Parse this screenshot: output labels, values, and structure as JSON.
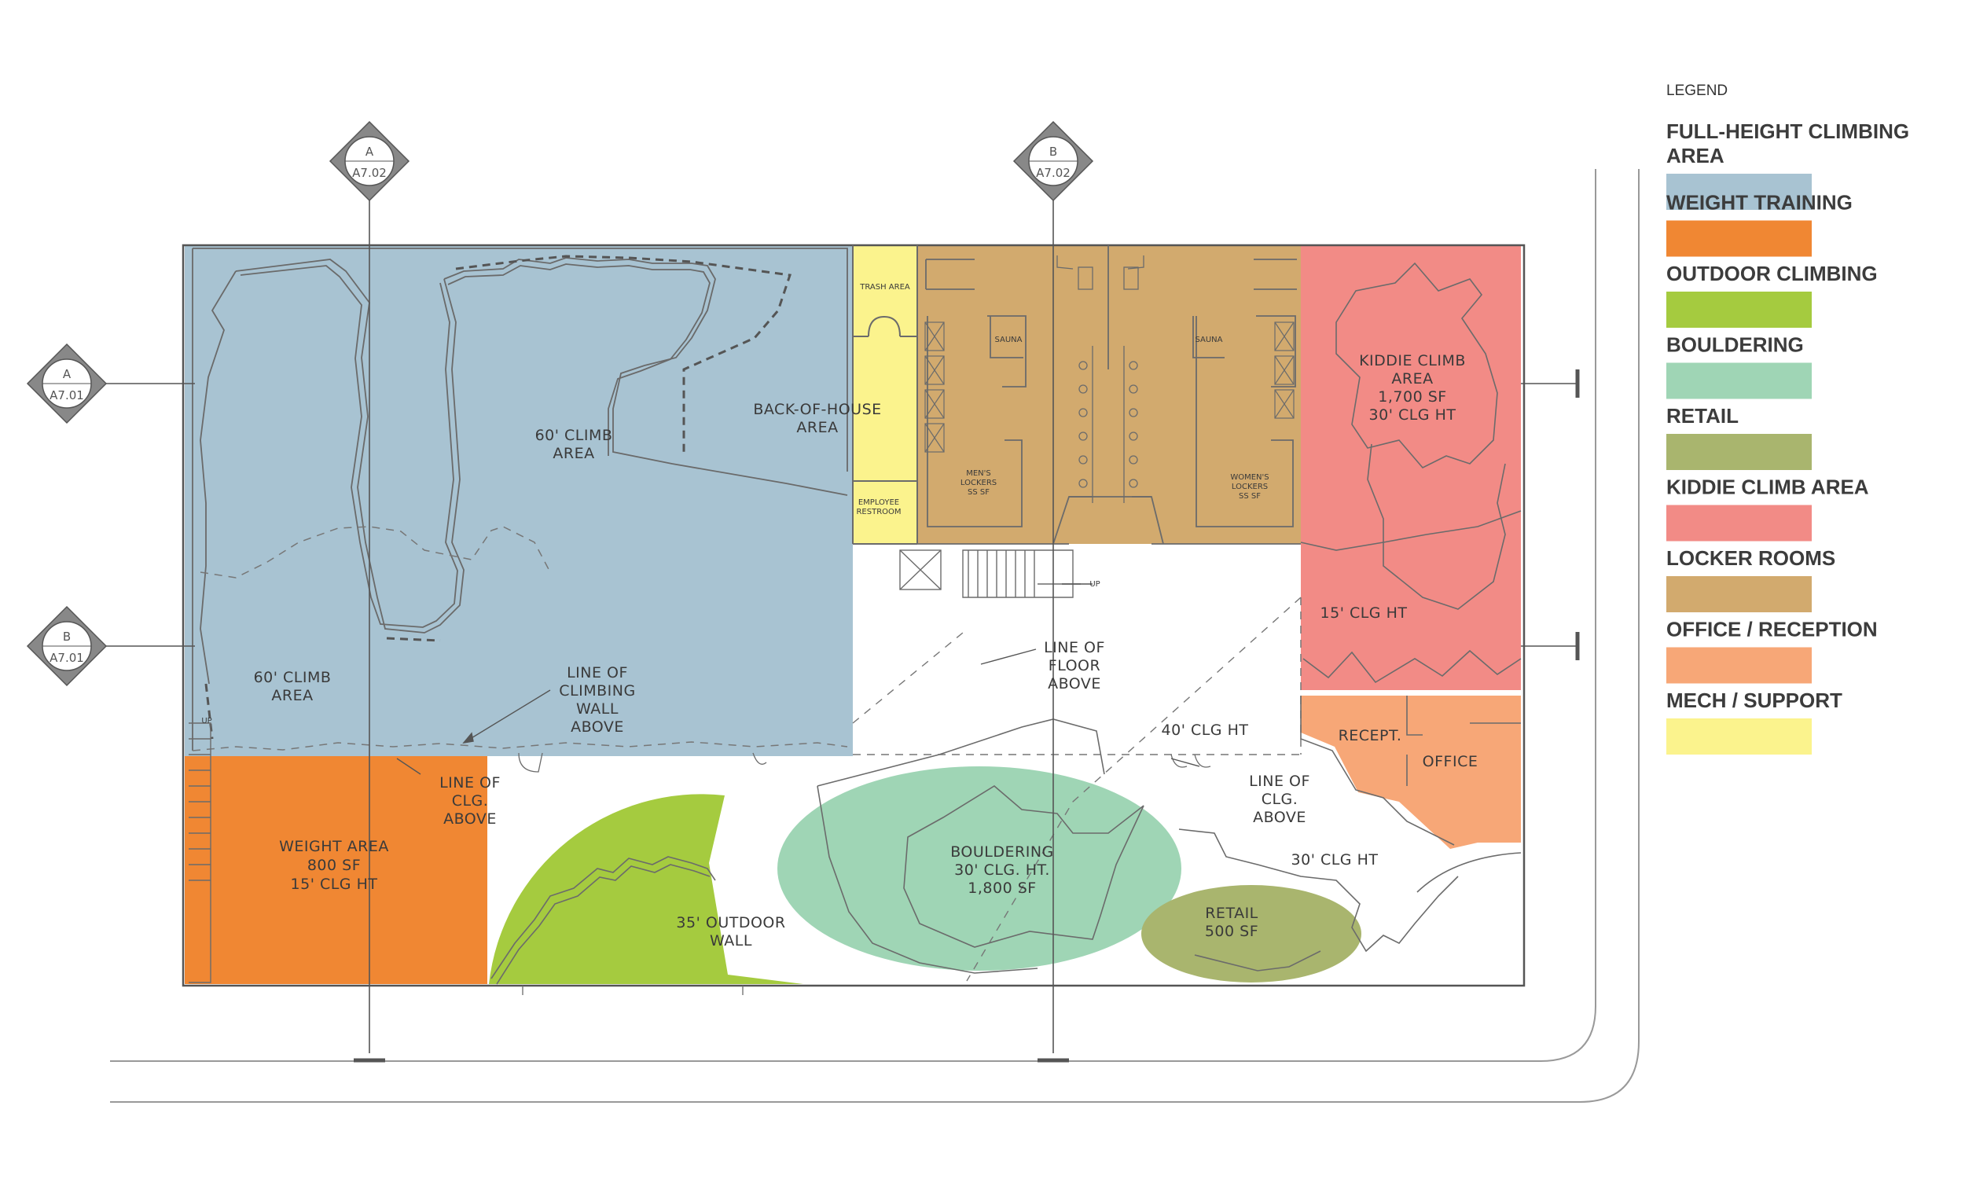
{
  "colors": {
    "full_height": "#a8c3d2",
    "weight": "#f08733",
    "outdoor": "#a5cb3f",
    "bouldering": "#9fd5b5",
    "retail": "#a9b56e",
    "kiddie": "#f28b86",
    "locker": "#d2aa6e",
    "office": "#f7a777",
    "mech": "#fbf38d"
  },
  "legend": {
    "title": "LEGEND",
    "items": [
      {
        "label_lines": [
          "FULL-HEIGHT CLIMBING",
          "AREA"
        ],
        "color": "#a8c3d2"
      },
      {
        "label_lines": [
          "WEIGHT TRAINING"
        ],
        "color": "#f08733"
      },
      {
        "label_lines": [
          "OUTDOOR CLIMBING"
        ],
        "color": "#a5cb3f"
      },
      {
        "label_lines": [
          "BOULDERING"
        ],
        "color": "#9fd5b5"
      },
      {
        "label_lines": [
          "RETAIL"
        ],
        "color": "#a9b56e"
      },
      {
        "label_lines": [
          "KIDDIE CLIMB AREA"
        ],
        "color": "#f28b86"
      },
      {
        "label_lines": [
          "LOCKER ROOMS"
        ],
        "color": "#d2aa6e"
      },
      {
        "label_lines": [
          "OFFICE / RECEPTION"
        ],
        "color": "#f7a777"
      },
      {
        "label_lines": [
          "MECH / SUPPORT"
        ],
        "color": "#fbf38d"
      }
    ]
  },
  "markers": {
    "section_a_top": {
      "letter": "A",
      "sheet": "A7.02"
    },
    "section_b_top": {
      "letter": "B",
      "sheet": "A7.02"
    },
    "section_a_left": {
      "letter": "A",
      "sheet": "A7.01"
    },
    "section_b_left": {
      "letter": "B",
      "sheet": "A7.01"
    }
  },
  "rooms": {
    "climb_main": [
      "60' CLIMB",
      "AREA"
    ],
    "climb_lower": [
      "60' CLIMB",
      "AREA"
    ],
    "back_of_house": [
      "BACK-OF-HOUSE",
      "AREA"
    ],
    "trash": [
      "TRASH AREA"
    ],
    "employee_restroom": [
      "EMPLOYEE",
      "RESTROOM"
    ],
    "sauna": [
      "SAUNA"
    ],
    "mens_lockers": [
      "MEN'S",
      "LOCKERS",
      "SS SF"
    ],
    "womens_lockers": [
      "WOMEN'S",
      "LOCKERS",
      "SS SF"
    ],
    "kiddie": [
      "KIDDIE CLIMB",
      "AREA",
      "1,700 SF",
      "30' CLG HT"
    ],
    "kiddie_lower": [
      "15' CLG HT"
    ],
    "weight": [
      "WEIGHT AREA",
      "800 SF",
      "15' CLG HT"
    ],
    "outdoor": [
      "35' OUTDOOR",
      "WALL"
    ],
    "bouldering": [
      "BOULDERING",
      "30' CLG. HT.",
      "1,800 SF"
    ],
    "retail": [
      "RETAIL",
      "500 SF"
    ],
    "recept": [
      "RECEPT."
    ],
    "office": [
      "OFFICE"
    ],
    "clg_40": [
      "40' CLG HT"
    ],
    "clg_30": [
      "30' CLG HT"
    ],
    "up": [
      "UP"
    ]
  },
  "notes": {
    "climbing_wall_above": [
      "LINE OF",
      "CLIMBING",
      "WALL",
      "ABOVE"
    ],
    "floor_above": [
      "LINE OF",
      "FLOOR",
      "ABOVE"
    ],
    "clg_above_left": [
      "LINE OF",
      "CLG.",
      "ABOVE"
    ],
    "clg_above_right": [
      "LINE OF",
      "CLG.",
      "ABOVE"
    ]
  }
}
